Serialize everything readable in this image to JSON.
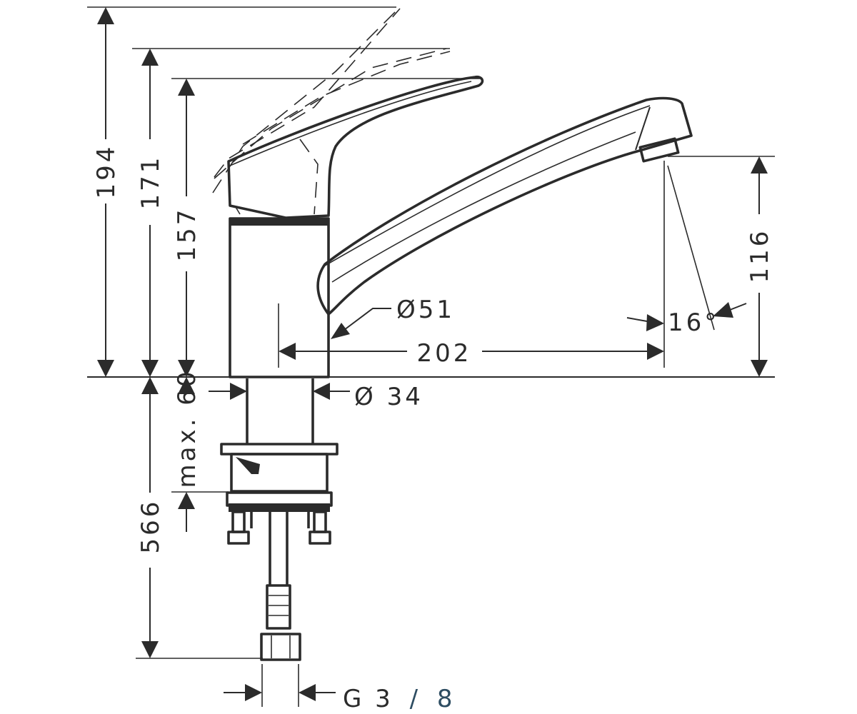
{
  "dimensions": {
    "overall_height_lever_open": "194",
    "height_lever_mid": "171",
    "height_lever_closed": "157",
    "spout_height": "116",
    "spout_reach": "202",
    "body_diameter": "Ø51",
    "shank_diameter": "Ø 34",
    "max_deck_thickness": "max. 60",
    "hose_length": "566",
    "spray_angle": "16°",
    "connection_thread_prefix": "G 3",
    "connection_thread_slash": "/",
    "connection_thread_suffix": "8"
  },
  "colors": {
    "line": "#2b2b2b",
    "accent_text": "#2e4d62"
  }
}
